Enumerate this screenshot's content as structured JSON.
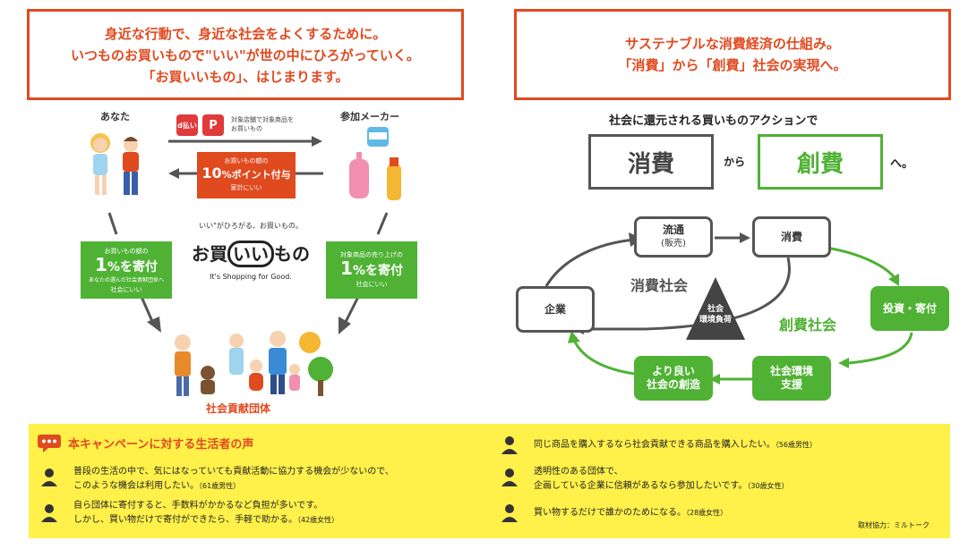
{
  "left_banner": {
    "line1": "身近な行動で、身近な社会をよくするために。",
    "line2": "いつものお買いもので\"いい\"が世の中にひろがっていく。",
    "line3": "「お買いいもの」、はじまります。"
  },
  "right_banner": {
    "line1": "サステナブルな消費経済の仕組み。",
    "line2": "「消費」から「創費」社会の実現へ。"
  },
  "flow": {
    "you_label": "あなた",
    "maker_label": "参加メーカー",
    "pay_d": "d払い",
    "pay_p": "P",
    "arrow_note_1": "対象店舗で対象商品を",
    "arrow_note_2": "お買いもの",
    "point_box": {
      "small": "お買いもの額の",
      "big_num": "10",
      "big_rest": "%ポイント付与",
      "sub": "家計にいい"
    },
    "donate_left": {
      "small1": "お買いもの額の",
      "big_num": "1",
      "big_rest": "%を寄付",
      "small2": "あなたの選んだ社会貢献団体へ",
      "sub": "社会にいい"
    },
    "donate_right": {
      "small1": "対象商品の売り上げの",
      "big_num": "1",
      "big_rest": "%を寄付",
      "sub": "社会にいい"
    },
    "logo_top": "いい\"がひろがる、お買いもの。",
    "logo_a": "お買",
    "logo_b": "いい",
    "logo_c": "もの",
    "logo_en": "It's Shopping for Good.",
    "org_label": "社会貢献団体"
  },
  "cycle": {
    "subtitle": "社会に還元される買いものアクションで",
    "consume_word": "消費",
    "kara": "から",
    "create_word": "創費",
    "he": "へ。",
    "node_ryutsu_1": "流通",
    "node_ryutsu_2": "(販売)",
    "node_shohi": "消費",
    "node_kigyo": "企業",
    "node_toshi": "投資・寄付",
    "node_shien_1": "社会環境",
    "node_shien_2": "支援",
    "node_sozo_1": "より良い",
    "node_sozo_2": "社会の創造",
    "label_consume_society": "消費社会",
    "label_create_society": "創費社会",
    "burden_1": "社会",
    "burden_2": "環境負荷"
  },
  "voices": {
    "title": "本キャンペーンに対する生活者の声",
    "v1_line1": "普段の生活の中で、気にはなっていても貢献活動に協力する機会が少ないので、",
    "v1_line2": "このような機会は利用したい。",
    "v1_attr": "（61歳男性）",
    "v2_line1": "自ら団体に寄付すると、手数料がかかるなど負担が多いです。",
    "v2_line2": "しかし、買い物だけで寄付ができたら、手軽で助かる。",
    "v2_attr": "（42歳女性）",
    "v3_line1": "同じ商品を購入するなら社会貢献できる商品を購入したい。",
    "v3_attr": "（56歳男性）",
    "v4_line1": "透明性のある団体で、",
    "v4_line2": "企画している企業に信頼があるなら参加したいです。",
    "v4_attr": "（30歳女性）",
    "v5_line1": "買い物するだけで誰かのためになる。",
    "v5_attr": "（28歳女性）",
    "credit": "取材協力：ミルトーク"
  },
  "colors": {
    "orange": "#e04a1f",
    "green": "#4fb234",
    "yellow": "#fff04a",
    "gray": "#555555"
  }
}
